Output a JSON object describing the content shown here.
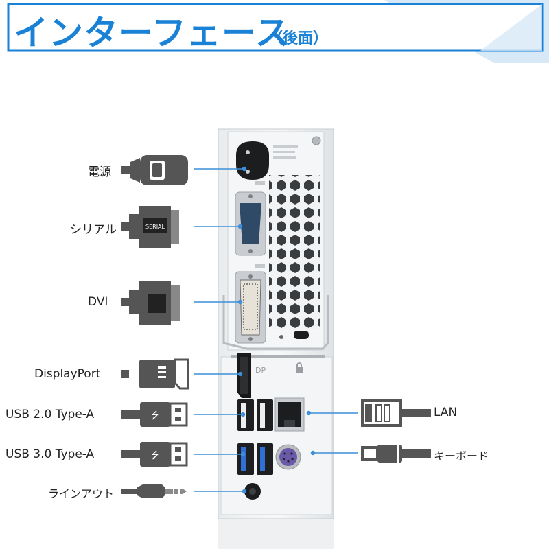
{
  "header": {
    "title": "インターフェース",
    "subtitle": "（後面）"
  },
  "labels": {
    "power": "電源",
    "serial": "シリアル",
    "serial_plug_text": "SERIAL",
    "dvi": "DVI",
    "displayport": "DisplayPort",
    "usb20": "USB 2.0 Type-A",
    "usb30": "USB 3.0 Type-A",
    "lineout": "ラインアウト",
    "lan": "LAN",
    "keyboard": "キーボード",
    "dp_port_text": "DP"
  },
  "colors": {
    "accent_blue": "#1a82d6",
    "connector_gray": "#555555",
    "callout_line": "#3c8fd8",
    "usb3_blue": "#2f6fd6"
  }
}
